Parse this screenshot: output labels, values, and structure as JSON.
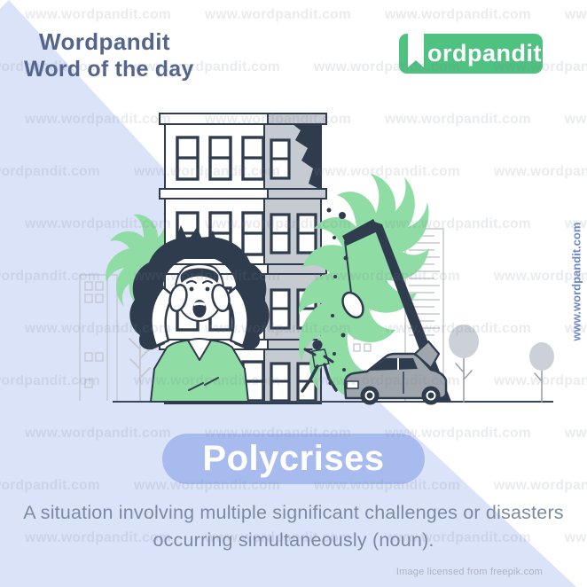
{
  "header": {
    "brand": "Wordpandit",
    "subtitle": "Word of the day"
  },
  "logo": {
    "text": "ordpandit"
  },
  "word_card": {
    "word": "Polycrises"
  },
  "definition": {
    "line1": "A situation involving multiple significant challenges or disasters",
    "line2": "occurring simultaneously (noun)."
  },
  "watermark": {
    "text": "www.wordpandit.com",
    "vertical_text": "www.wordpandit.com"
  },
  "footer": {
    "license": "Image licensed from freepik.com"
  },
  "colors": {
    "background_accent": "#dbe3f8",
    "pill": "#a8bbee",
    "logo_green": "#4fc180",
    "illustration_green": "#8fdda4",
    "ink": "#2f3c4e",
    "heading_text": "#54658d",
    "definition_text": "#7b89a4",
    "watermark_vertical": "#6d87c9"
  }
}
